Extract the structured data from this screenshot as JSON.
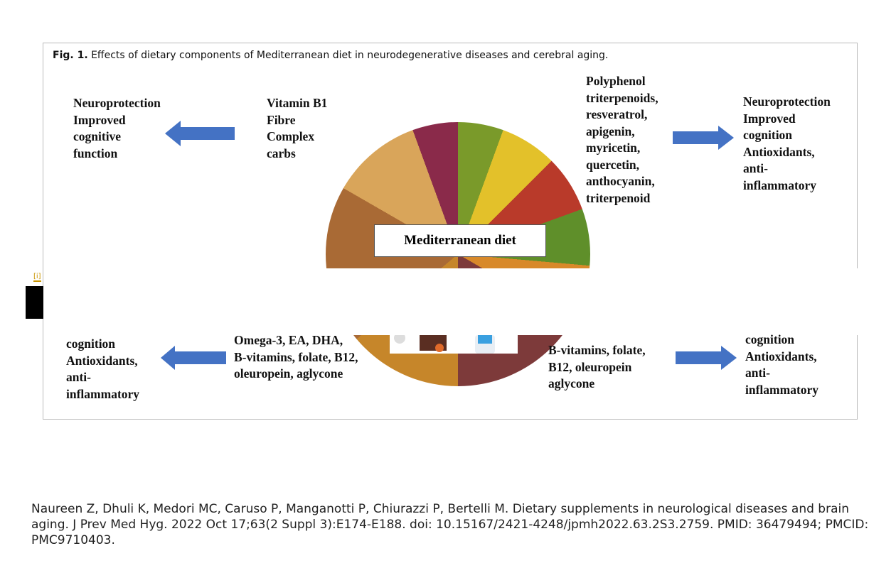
{
  "caption": {
    "prefix": "Fig. 1.",
    "text": " Effects of dietary components of Mediterranean diet in neurodegenerative diseases and cerebral aging."
  },
  "top_left_effect": "Neuroprotection\nImproved\ncognitive\nfunction",
  "top_left_components": "Vitamin B1\nFibre\nComplex\ncarbs",
  "top_right_components": "Polyphenol\ntriterpenoids,\nresveratrol,\napigenin,\nmyricetin,\nquercetin,\nanthocyanin,\ntriterpenoid",
  "top_right_effect": "Neuroprotection\nImproved\ncognition\nAntioxidants,\nanti-\ninflammatory",
  "center_label": "Mediterranean diet",
  "bottom_left_effect": "cognition\nAntioxidants,\nanti-\ninflammatory",
  "bottom_left_components": "Omega-3, EA, DHA,\nB-vitamins, folate, B12,\noleuropein, aglycone",
  "bottom_right_components": "B-vitamins, folate,\nB12, oleuropein\naglycone",
  "bottom_right_effect": "cognition\nAntioxidants,\nanti-\ninflammatory",
  "info_marker": "[i]",
  "citation": "Naureen Z, Dhuli K, Medori MC, Caruso P, Manganotti P, Chiurazzi P, Bertelli M. Dietary supplements in neurological diseases and brain aging. J Prev Med Hyg. 2022 Oct 17;63(2 Suppl 3):E174-E188. doi: 10.15167/2421-4248/jpmh2022.63.2S3.2759. PMID: 36479494; PMCID: PMC9710403.",
  "colors": {
    "arrow": "#4472c4",
    "info": "#c99500"
  }
}
